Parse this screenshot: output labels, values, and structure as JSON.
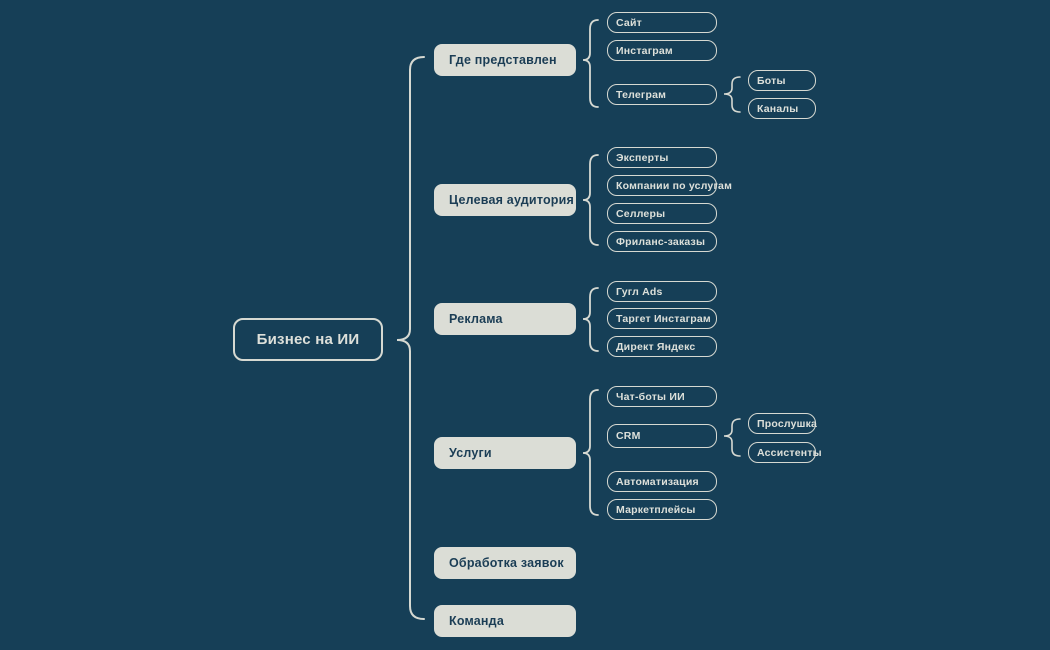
{
  "colors": {
    "background": "#163F57",
    "node_fill": "#DBDDD6",
    "node_stroke": "#D6D9D2",
    "text_light": "#DDE0DA",
    "text_dark": "#1B3D55",
    "line_color": "#D6D9D2"
  },
  "mindmap": {
    "root": {
      "label": "Бизнес на ИИ"
    },
    "branches": [
      {
        "label": "Где представлен",
        "children": [
          {
            "label": "Сайт"
          },
          {
            "label": "Инстаграм"
          },
          {
            "label": "Телеграм",
            "children": [
              {
                "label": "Боты"
              },
              {
                "label": "Каналы"
              }
            ]
          }
        ]
      },
      {
        "label": "Целевая аудитория",
        "children": [
          {
            "label": "Эксперты"
          },
          {
            "label": "Компании по услугам"
          },
          {
            "label": "Селлеры"
          },
          {
            "label": "Фриланс-заказы"
          }
        ]
      },
      {
        "label": "Реклама",
        "children": [
          {
            "label": "Гугл Ads"
          },
          {
            "label": "Таргет Инстаграм"
          },
          {
            "label": "Директ Яндекс"
          }
        ]
      },
      {
        "label": "Услуги",
        "children": [
          {
            "label": "Чат-боты ИИ"
          },
          {
            "label": "CRM",
            "children": [
              {
                "label": "Прослушка"
              },
              {
                "label": "Ассистенты"
              }
            ]
          },
          {
            "label": "Автоматизация"
          },
          {
            "label": "Маркетплейсы"
          }
        ]
      },
      {
        "label": "Обработка заявок",
        "children": []
      },
      {
        "label": "Команда",
        "children": []
      }
    ]
  }
}
